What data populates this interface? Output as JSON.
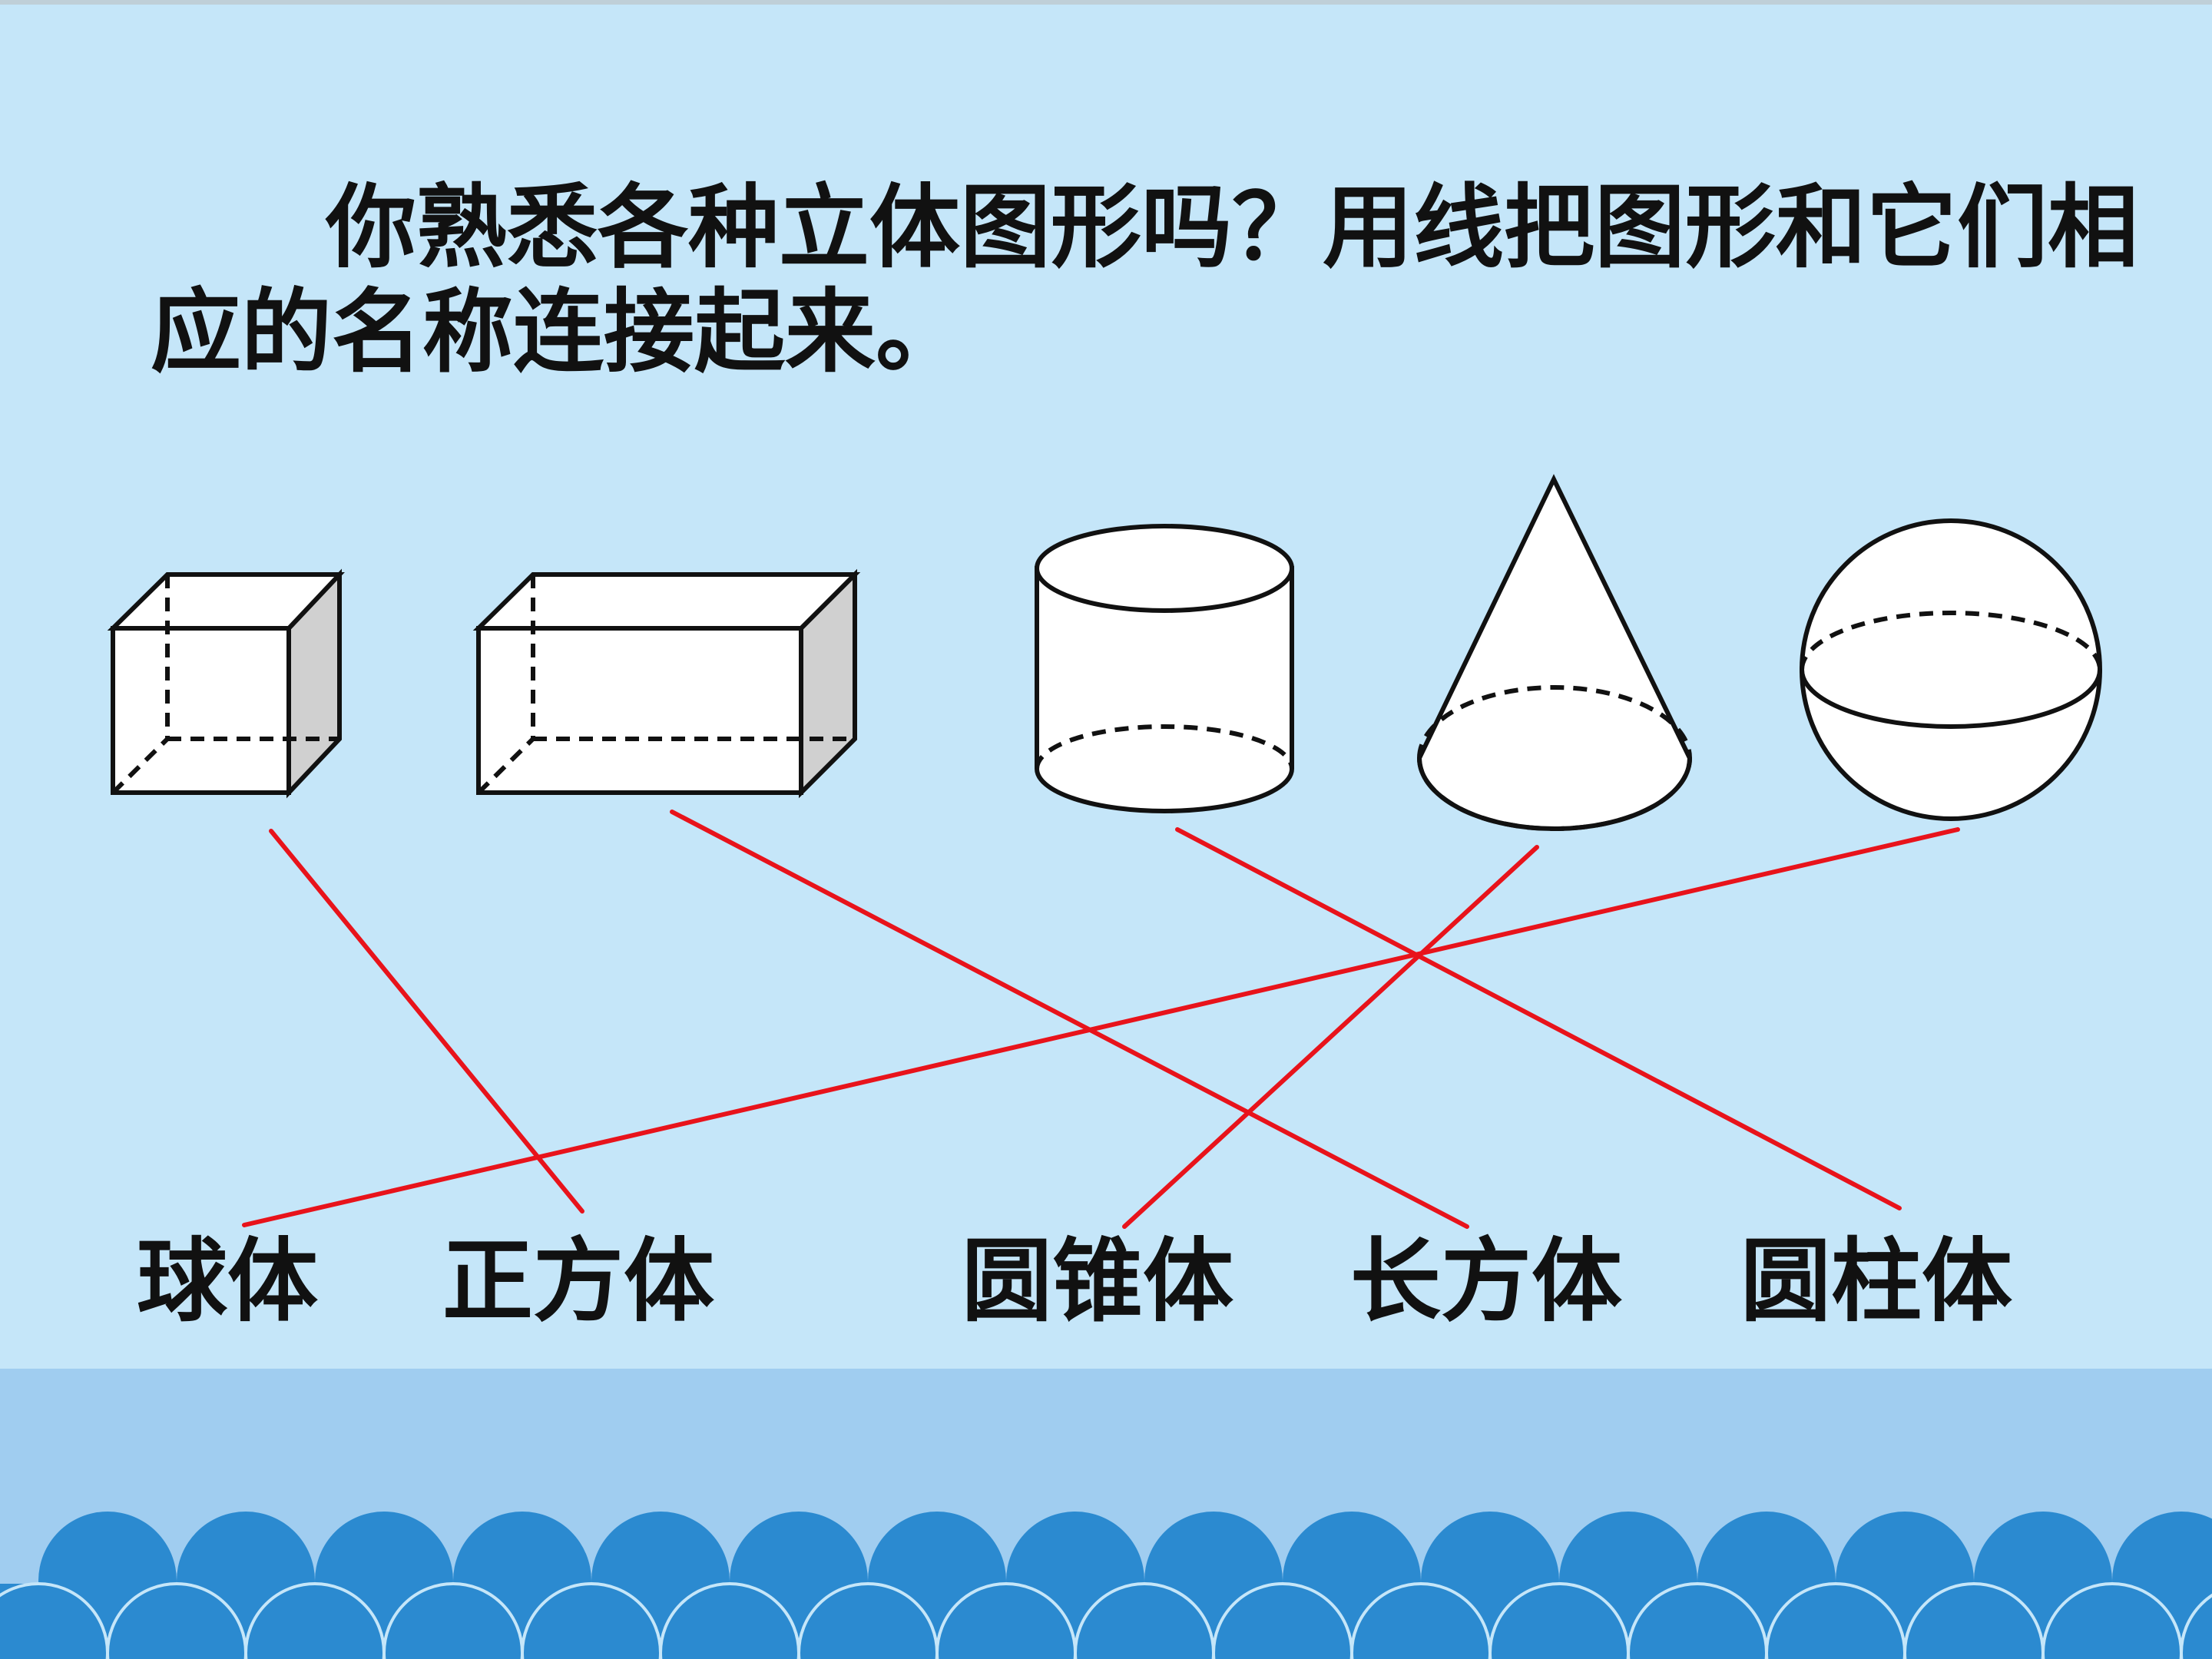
{
  "slide": {
    "instruction_line1": "你熟悉各种立体图形吗？用线把图形和它们相",
    "instruction_line2": "应的名称连接起来。"
  },
  "shapes": [
    {
      "id": "cube",
      "icon": "cube-icon"
    },
    {
      "id": "cuboid",
      "icon": "cuboid-icon"
    },
    {
      "id": "cylinder",
      "icon": "cylinder-icon"
    },
    {
      "id": "cone",
      "icon": "cone-icon"
    },
    {
      "id": "sphere",
      "icon": "sphere-icon"
    }
  ],
  "labels": [
    "球体",
    "正方体",
    "圆锥体",
    "长方体",
    "圆柱体"
  ],
  "connections": [
    {
      "shape": "cube",
      "label": "正方体"
    },
    {
      "shape": "cuboid",
      "label": "长方体"
    },
    {
      "shape": "cylinder",
      "label": "圆柱体"
    },
    {
      "shape": "cone",
      "label": "圆锥体"
    },
    {
      "shape": "sphere",
      "label": "球体"
    }
  ],
  "colors": {
    "background": "#c5e6f9",
    "bottom_band": "#a0cdf0",
    "wave": "#2b8ad0",
    "line": "#e8131b",
    "outline": "#111111",
    "side_face": "#d0d0d0"
  }
}
